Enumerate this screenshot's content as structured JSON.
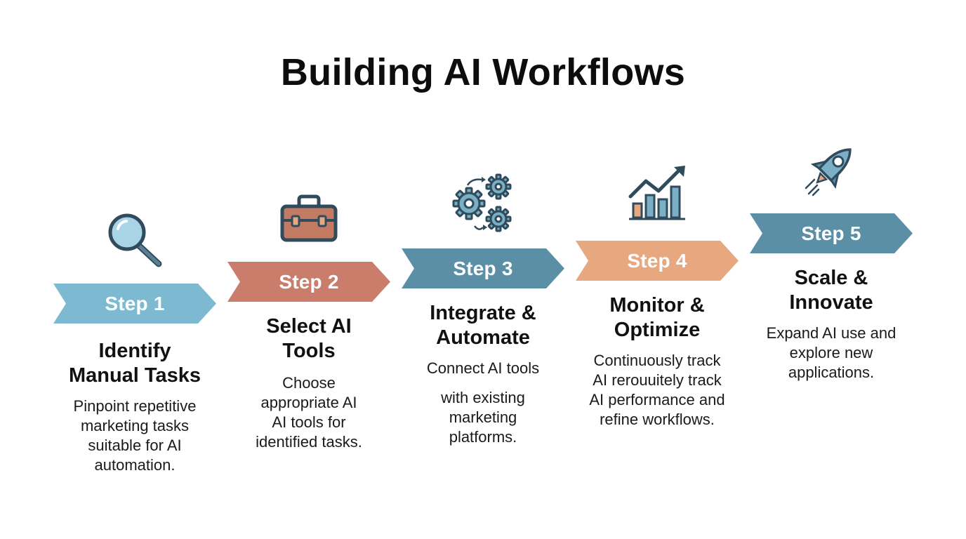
{
  "title": "Building AI Workflows",
  "colors": {
    "step1": "#7DB9D1",
    "step2": "#C97D6A",
    "step3": "#5A8FA6",
    "step4": "#E7A880",
    "step5": "#5A8FA6",
    "icon_outline": "#2F4B5C",
    "icon_blue": "#7BAFC6",
    "icon_brown": "#B9745E"
  },
  "steps": [
    {
      "label": "Step 1",
      "icon": "magnifier-icon",
      "title_lines": [
        "Identify",
        "Manual Tasks"
      ],
      "desc_lines": [
        "Pinpoint repetitive",
        "marketing tasks",
        "suitable for AI",
        "automation."
      ]
    },
    {
      "label": "Step 2",
      "icon": "toolbox-icon",
      "title_lines": [
        "Select AI",
        "Tools"
      ],
      "desc_lines": [
        "Choose",
        "appropriate AI",
        "AI tools for",
        "identified tasks."
      ]
    },
    {
      "label": "Step 3",
      "icon": "gears-icon",
      "title_lines": [
        "Integrate &",
        "Automate"
      ],
      "desc_lines": [
        "Connect AI tools",
        "with existing",
        "marketing",
        "platforms."
      ]
    },
    {
      "label": "Step 4",
      "icon": "chart-growth-icon",
      "title_lines": [
        "Monitor &",
        "Optimize"
      ],
      "desc_lines": [
        "Continuously track",
        "AI rerouuitely track",
        "AI performance and",
        "refine workflows."
      ]
    },
    {
      "label": "Step 5",
      "icon": "rocket-icon",
      "title_lines": [
        "Scale &",
        "Innovate"
      ],
      "desc_lines": [
        "Expand AI use and",
        "explore new",
        "applications."
      ]
    }
  ]
}
